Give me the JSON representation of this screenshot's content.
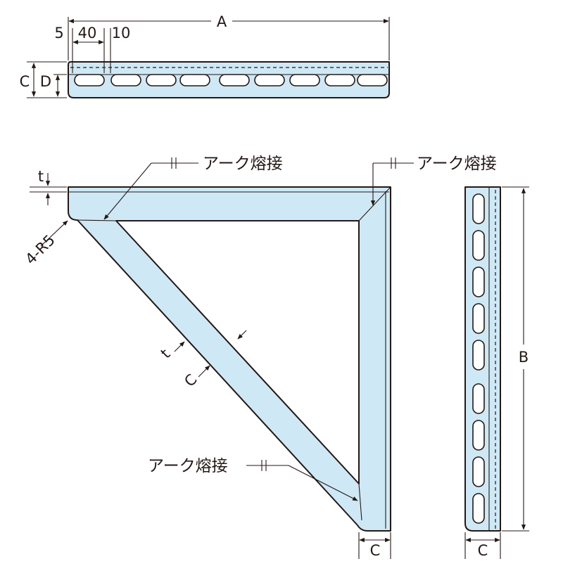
{
  "colors": {
    "steel_fill": "#cfe8f5",
    "steel_shade": "#b7dcef",
    "line": "#231815"
  },
  "top_view": {
    "dim_A": "A",
    "dim_5": "5",
    "dim_40": "40",
    "dim_10": "10",
    "dim_C": "C",
    "dim_D": "D"
  },
  "front_view": {
    "weld_label_top": "アーク熔接",
    "weld_label_right": "アーク熔接",
    "weld_label_bottom": "アーク熔接",
    "dim_t_top": "t",
    "dim_radius": "4-R5",
    "dim_t_diag": "t",
    "dim_C_diag": "C",
    "dim_C_bottom": "C"
  },
  "side_view": {
    "dim_B": "B",
    "dim_C": "C"
  }
}
